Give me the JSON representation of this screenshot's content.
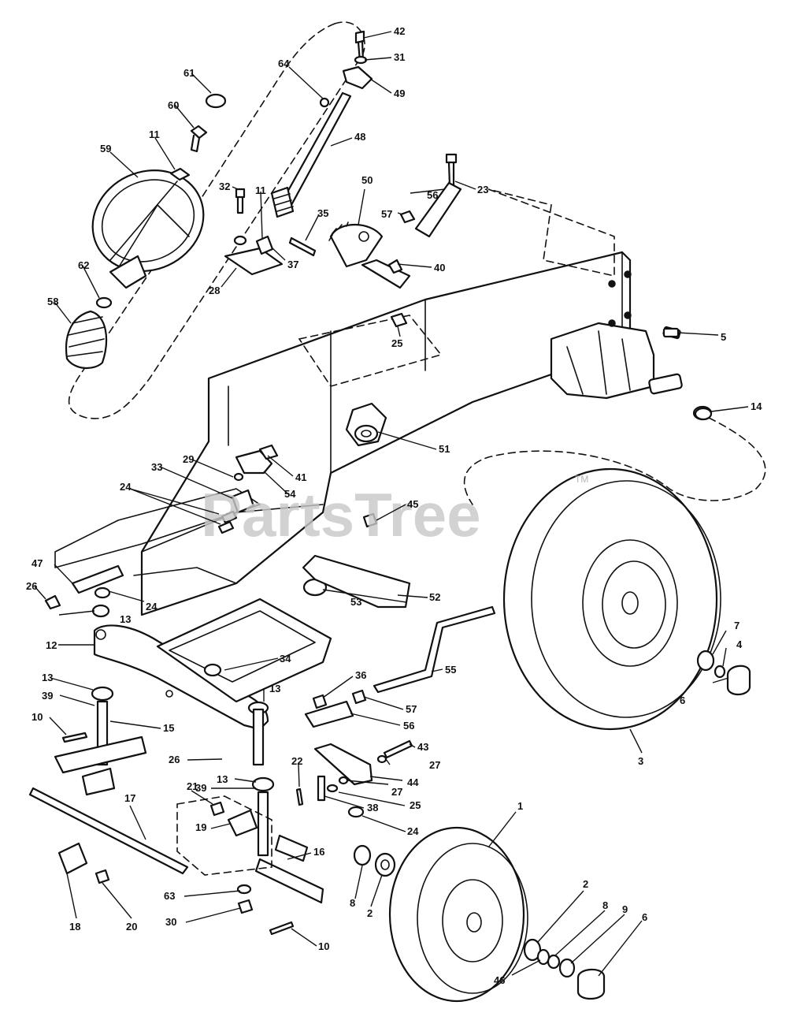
{
  "watermark": {
    "text": "PartsTree",
    "tm": "TM"
  },
  "parts": {
    "p42": "42",
    "p31": "31",
    "p49": "49",
    "p64": "64",
    "p61": "61",
    "p60": "60",
    "p11a": "11",
    "p59": "59",
    "p48": "48",
    "p32": "32",
    "p11b": "11",
    "p50": "50",
    "p23": "23",
    "p56a": "56",
    "p57a": "57",
    "p35": "35",
    "p37": "37",
    "p28": "28",
    "p62": "62",
    "p40": "40",
    "p58": "58",
    "p25a": "25",
    "p5": "5",
    "p14": "14",
    "p51": "51",
    "p29": "29",
    "p41": "41",
    "p33": "33",
    "p54": "54",
    "p24a": "24",
    "p45": "45",
    "p47": "47",
    "p26a": "26",
    "p24b": "24",
    "p53": "53",
    "p52": "52",
    "p13a": "13",
    "p12": "12",
    "p34": "34",
    "p7": "7",
    "p4": "4",
    "p55": "55",
    "p13b": "13",
    "p36": "36",
    "p13c": "13",
    "p57b": "57",
    "p6a": "6",
    "p39a": "39",
    "p56b": "56",
    "p10a": "10",
    "p15": "15",
    "p43": "43",
    "p3": "3",
    "p26b": "26",
    "p27a": "27",
    "p22": "22",
    "p44": "44",
    "p13d": "13",
    "p17": "17",
    "p39b": "39",
    "p27b": "27",
    "p21": "21",
    "p25b": "25",
    "p38": "38",
    "p19": "19",
    "p24c": "24",
    "p1": "1",
    "p16": "16",
    "p63": "63",
    "p8a": "8",
    "p2a": "2",
    "p30": "30",
    "p18": "18",
    "p20": "20",
    "p10b": "10",
    "p2b": "2",
    "p8b": "8",
    "p9": "9",
    "p6b": "6",
    "p46": "46"
  }
}
